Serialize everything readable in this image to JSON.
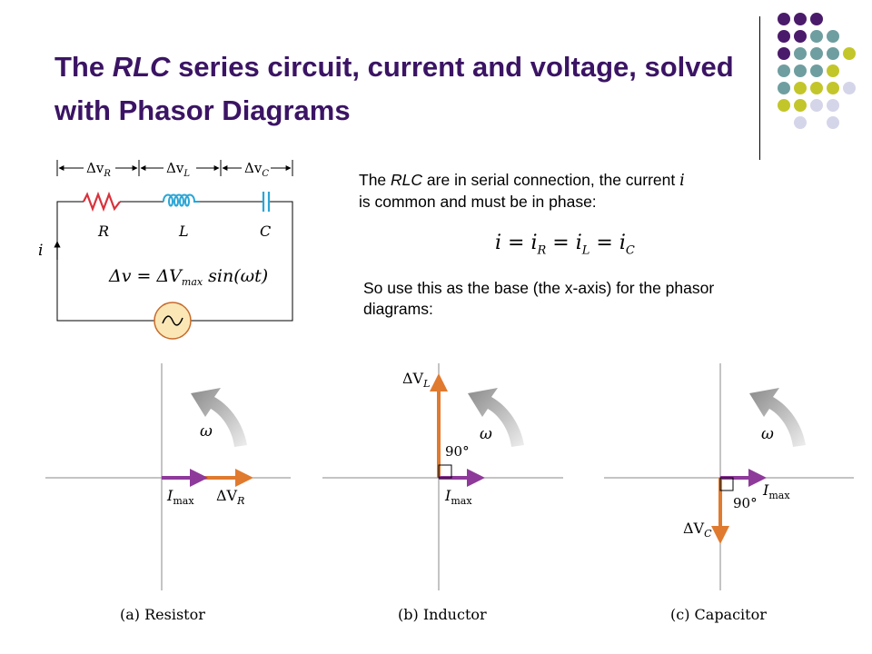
{
  "slide": {
    "title_part1": "The ",
    "title_italic": "RLC",
    "title_part2": " series circuit, current and voltage, solved with Phasor Diagrams"
  },
  "description": {
    "para1_part1": "The ",
    "para1_italic": "RLC",
    "para1_part2": " are in serial connection, the current ",
    "para1_var": "i",
    "para1_line2": "is common and must be in phase:",
    "equation": {
      "i": "i",
      "eq": " = ",
      "iR": "i",
      "R": "R",
      "iL": "i",
      "L": "L",
      "iC": "i",
      "C": "C"
    },
    "para2": "So use this as the base (the x-axis) for the phasor diagrams:"
  },
  "circuit": {
    "dv_r": "Δv",
    "dv_r_sub": "R",
    "dv_l": "Δv",
    "dv_l_sub": "L",
    "dv_c": "Δv",
    "dv_c_sub": "C",
    "label_r": "R",
    "label_l": "L",
    "label_c": "C",
    "current": "i",
    "source_eq": "Δv = ΔV",
    "source_sub": "max",
    "source_tail": " sin(ωt)"
  },
  "phasors": {
    "resistor": {
      "caption": "(a) Resistor",
      "omega": "ω",
      "i_label": "I",
      "i_sub": "max",
      "v_label": "ΔV",
      "v_sub": "R"
    },
    "inductor": {
      "caption": "(b) Inductor",
      "omega": "ω",
      "i_label": "I",
      "i_sub": "max",
      "v_label": "ΔV",
      "v_sub": "L",
      "angle": "90°"
    },
    "capacitor": {
      "caption": "(c) Capacitor",
      "omega": "ω",
      "i_label": "I",
      "i_sub": "max",
      "v_label": "ΔV",
      "v_sub": "C",
      "angle": "90°"
    }
  },
  "colors": {
    "title": "#3b1464",
    "current_arrow": "#8e3a9a",
    "voltage_arrow": "#e07a2e",
    "resistor": "#d8323c",
    "inductor": "#2aa6d6",
    "capacitor": "#2aa6d6",
    "source_fill": "#fbe7b6",
    "dot_purple": "#4b1b6b",
    "dot_teal": "#6f9ea0",
    "dot_olive": "#c3c62a",
    "dot_lavender": "#d5d5ea"
  }
}
